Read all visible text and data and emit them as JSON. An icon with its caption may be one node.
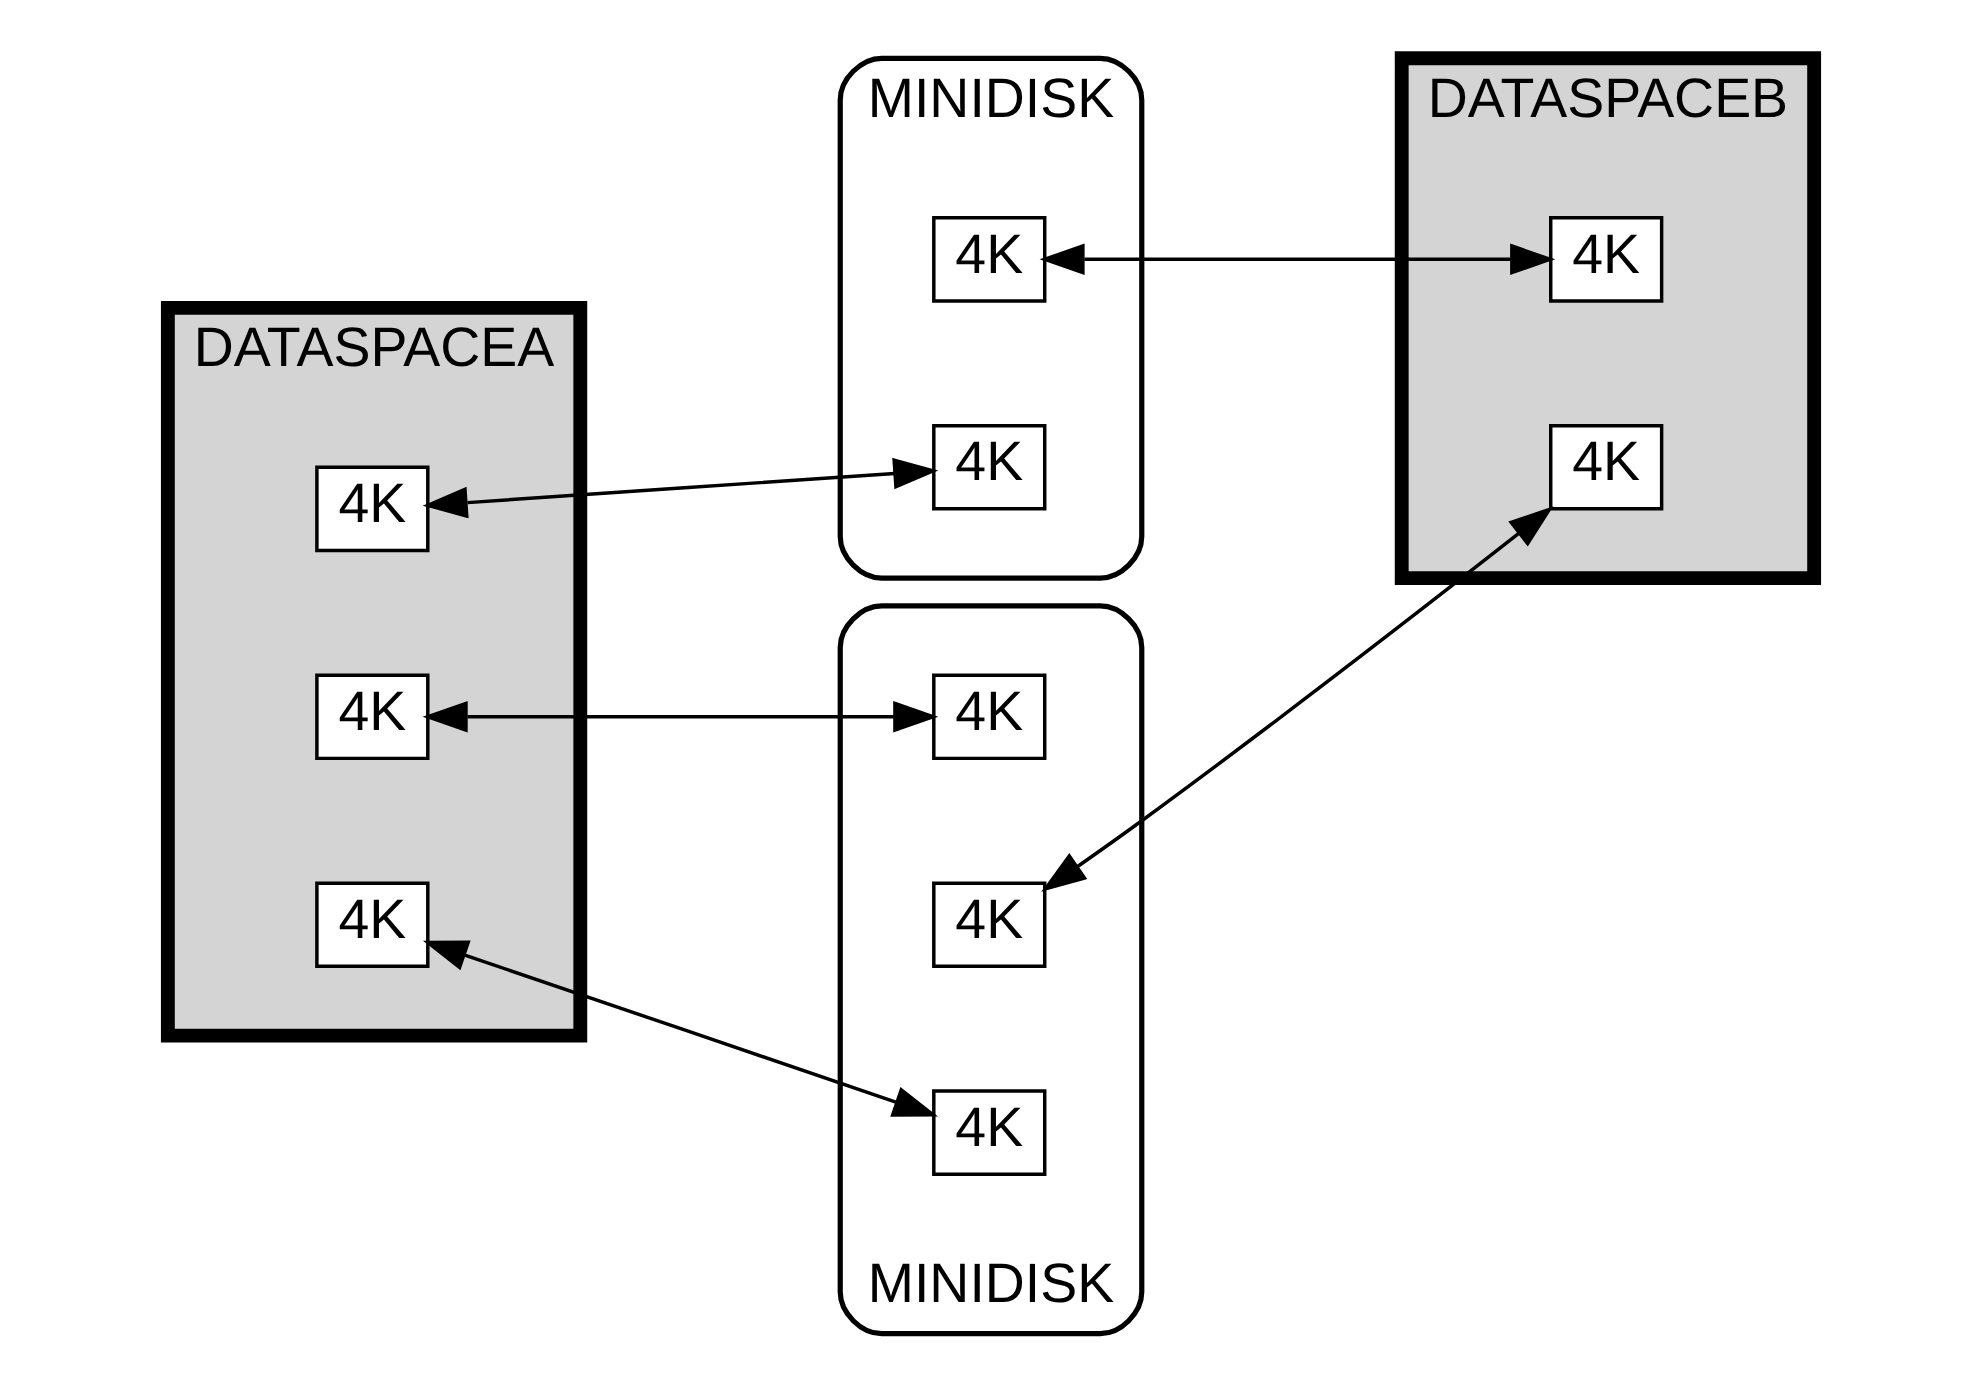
{
  "diagram": {
    "nodes": [
      {
        "text": [
          "DATASPACEA"
        ]
      },
      {
        "text": [
          "4K"
        ],
        "in": 0
      },
      {
        "text": [
          "4K"
        ],
        "in": 0
      },
      {
        "text": [
          "4K"
        ],
        "in": 0
      },
      {
        "text": [
          "MINIDISK"
        ]
      },
      {
        "text": [
          "4K"
        ],
        "in": 4
      },
      {
        "text": [
          "4K"
        ],
        "in": 4
      },
      {
        "text": [
          "MINIDISK"
        ]
      },
      {
        "text": [
          "4K"
        ],
        "in": 7
      },
      {
        "text": [
          "4K"
        ],
        "in": 7
      },
      {
        "text": [
          "4K"
        ],
        "in": 7
      },
      {
        "text": [
          "DATASPACEB"
        ]
      },
      {
        "text": [
          "4K"
        ],
        "in": 11
      },
      {
        "text": [
          "4K"
        ],
        "in": 11
      }
    ],
    "edges": [
      {
        "from": 1,
        "to": 6,
        "arrow": "both"
      },
      {
        "from": 2,
        "to": 8,
        "arrow": "both"
      },
      {
        "from": 3,
        "to": 10,
        "arrow": "both"
      },
      {
        "from": 5,
        "to": 12,
        "arrow": "both"
      },
      {
        "from": 13,
        "to": 9,
        "arrow": "both"
      }
    ]
  }
}
